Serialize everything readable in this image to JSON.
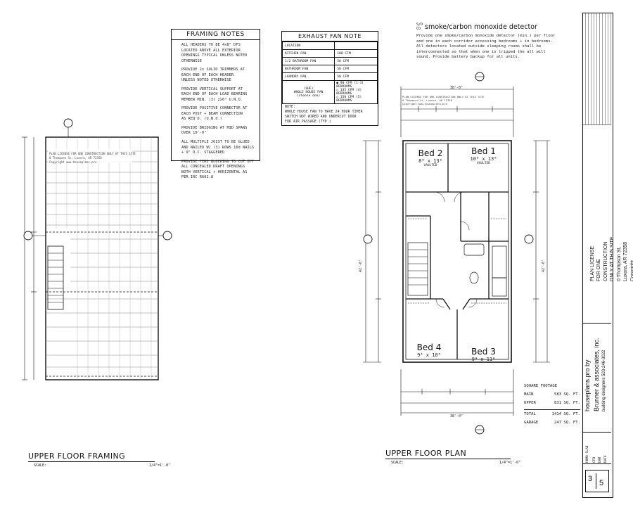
{
  "framing_notes": {
    "title": "FRAMING NOTES",
    "items": [
      "ALL HEADERS TO BE 4x8\" DFS\nLOCATED ABOVE ALL EXTERIOR\nOPENINGS TYPICAL UNLESS NOTED\nOTHERWISE",
      "PROVIDE 2x SOLID TRIMMERS AT\nEACH END OF EACH HEADER\nUNLESS NOTED OTHERWISE",
      "PROVIDE VERTICAL SUPPORT AT\nEACH END OF EACH LOAD BEARING\nMEMBER MIN. (3) 2x6\" U.N.O.",
      "PROVIDE POSITIVE CONNECTOR AT\nEACH POST + BEAM CONNECTION\nAS REQ'D. (U.N.O.)",
      "PROVIDE BRIDGING AT MID SPANS\nOVER 10'-0\"",
      "ALL MULTIPLE JOIST TO BE GLUED\nAND NAILED W/ (3) ROWS 16d NAILS\n+ 9\" O.C. STAGGERED",
      "PROVIDE FIRE BLOCKING TO CUT OFF\nALL CONCEALED DRAFT OPENINGS\nBOTH VERTICAL + HORIZONTAL AS\nPER IRC R602.8"
    ]
  },
  "exhaust_fan": {
    "title": "EXHAUST FAN NOTE",
    "rows": [
      {
        "location": "LOCATION",
        "value": ""
      },
      {
        "location": "KITCHEN FAN",
        "value": "100 CFM"
      },
      {
        "location": "1/2 BATHROOM FAN",
        "value": "50 CFM"
      },
      {
        "location": "BATHROOM FAN",
        "value": "50 CFM"
      },
      {
        "location": "LAUNDRY FAN",
        "value": "50 CFM"
      }
    ],
    "whole_house_label": "(SHF)\nWHOLE HOUSE FAN\n(choose one)",
    "options": [
      "90 CFM (1-3) BEDROOMS",
      "135 CFM (4) BEDROOMS",
      "150 CFM (5) BEDROOMS"
    ],
    "note": "NOTE:\nWHOLE HOUSE FAN TO HAVE 24 HOUR TIMER\nSWITCH NOT WIRED AND UNDERCUT DOOR\nFOR AIR PASSAGE (TYP.)"
  },
  "detector": {
    "symbol": "S/D\nCO",
    "title": "smoke/carbon monoxide detector",
    "body": "Provide one smoke/carbon monoxide detector (min.) per floor and one in each corridor accessing bedrooms + in bedrooms. All detectors located outside sleeping rooms shall be interconnected so that when one is tripped the all will sound. Provide battery backup for all units."
  },
  "license_stamp": "PLAN LICENSE FOR ONE CONSTRUCTION ONLY AT THIS SITE\n0 Thompson St, Luxora, AR 72358\nCopyright www.houseplans.pro",
  "rooms": [
    {
      "name": "Bed 2",
      "size": "8⁶ x 13⁶",
      "note": "VAULTED"
    },
    {
      "name": "Bed 1",
      "size": "10⁶ x 13⁶",
      "note": "VAULTED"
    },
    {
      "name": "Bed 4",
      "size": "9⁴ x 10⁰",
      "note": ""
    },
    {
      "name": "Bed 3",
      "size": "9⁴ x 11⁶",
      "note": ""
    }
  ],
  "overall_dims": {
    "top": "38'-0\"",
    "bottom": "38'-0\"",
    "left": "42'-6\"",
    "right": "42'-6\""
  },
  "square_footage": {
    "title": "SQUARE FOOTAGE",
    "rows": [
      {
        "label": "MAIN",
        "value": "583 SQ. FT."
      },
      {
        "label": "UPPER",
        "value": "831 SQ. FT."
      },
      {
        "label": "TOTAL",
        "value": "1414 SQ. FT."
      },
      {
        "label": "GARAGE",
        "value": "247 SQ. FT."
      }
    ]
  },
  "titles": {
    "framing": "UPPER FLOOR FRAMING",
    "plan": "UPPER FLOOR PLAN",
    "scale_label": "SCALE:",
    "scale_value": "1/4\"=1'-0\""
  },
  "title_block": {
    "company": "houseplans.pro by",
    "company2": "Brunner & associates, inc.",
    "designer": "building designers 503-246-3022",
    "sheet": "3",
    "of": "5",
    "date_label": "DATE",
    "drawn": "CFB",
    "checked": "DAM",
    "code": "HOMO SLAB"
  }
}
